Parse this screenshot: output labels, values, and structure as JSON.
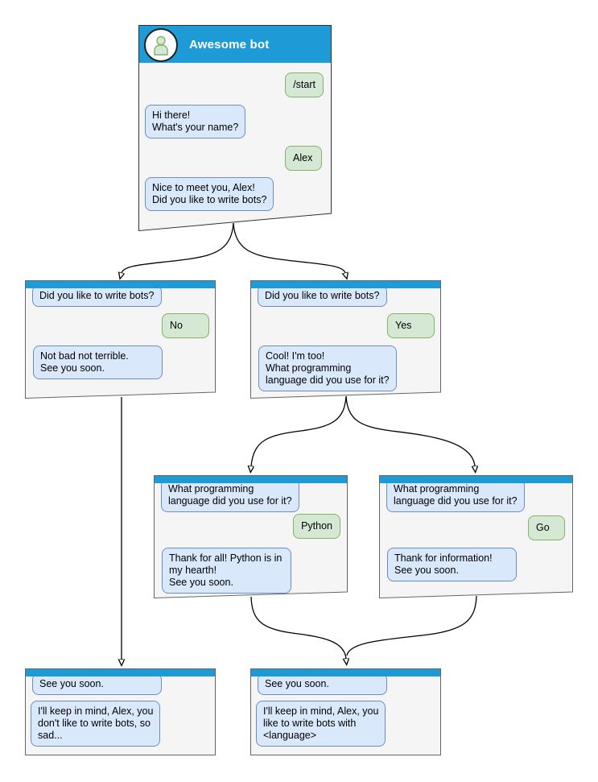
{
  "colors": {
    "titlebar_blue": "#1E9BD7",
    "window_fill": "#F5F5F5",
    "window_border": "#666666",
    "bot_bubble_fill": "#DAE8FC",
    "bot_bubble_border": "#6C8EBF",
    "user_bubble_fill": "#D5E8D4",
    "user_bubble_border": "#82B366",
    "arrow": "#000000"
  },
  "start_window": {
    "title": "Awesome bot",
    "avatar": "person-icon",
    "messages": {
      "start": "/start",
      "greeting": "Hi there!\nWhat's your name?",
      "name": "Alex",
      "ask_bots": "Nice to meet you, Alex!\nDid you like to write bots?"
    }
  },
  "no_window": {
    "question": "Did you like to write bots?",
    "answer": "No",
    "reply": "Not bad not terrible.\nSee you soon."
  },
  "yes_window": {
    "question": "Did you like to write bots?",
    "answer": "Yes",
    "reply": "Cool! I'm too!\nWhat programming\nlanguage did you use for it?"
  },
  "python_window": {
    "question": "What programming\nlanguage did you use for it?",
    "answer": "Python",
    "reply": "Thank for all! Python is in\nmy hearth!\nSee you soon."
  },
  "go_window": {
    "question": "What programming\nlanguage did you use for it?",
    "answer": "Go",
    "reply": "Thank for information!\nSee you soon."
  },
  "end_no_window": {
    "question": "See you soon.",
    "reply": "I'll keep in mind, Alex, you\ndon't like to write bots, so\nsad..."
  },
  "end_yes_window": {
    "question": "See you soon.",
    "reply": "I'll keep in mind, Alex, you\nlike to write bots with\n<language>"
  }
}
